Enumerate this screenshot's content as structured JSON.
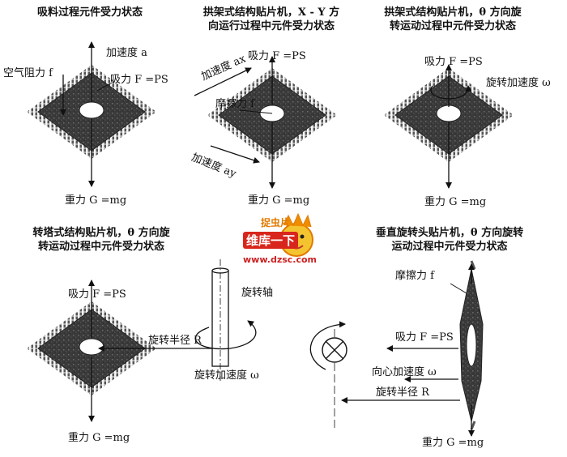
{
  "panel1": {
    "title": "吸料过程元件受力状态",
    "accel_label": "加速度 a",
    "air_resistance_label": "空气阻力 f",
    "suction_label": "吸力 F =PS",
    "gravity_label": "重力 G =mg"
  },
  "panel2": {
    "title_line1": "拱架式结构贴片机，X - Y 方",
    "title_line2": "向运行过程中元件受力状态",
    "suction_label": "吸力 F =PS",
    "accel_x_label": "加速度 ax",
    "friction_label": "摩擦力 f",
    "accel_y_label": "加速度 ay",
    "gravity_label": "重力 G =mg"
  },
  "panel3": {
    "title_line1": "拱架式结构贴片机，θ 方向旋",
    "title_line2": "转运动过程中元件受力状态",
    "suction_label": "吸力 F =PS",
    "rot_accel_label": "旋转加速度 ω",
    "gravity_label": "重力 G =mg"
  },
  "panel4": {
    "title_line1": "转塔式结构贴片机，θ 方向旋",
    "title_line2": "转运动过程中元件受力状态",
    "suction_label": "吸力 F =PS",
    "axis_label": "旋转轴",
    "radius_label": "旋转半径 R",
    "rot_accel_label": "旋转加速度 ω",
    "gravity_label": "重力 G =mg"
  },
  "panel5": {
    "title_line1": "垂直旋转头贴片机，θ 方向旋转",
    "title_line2": "运动过程中元件受力状态",
    "friction_label": "摩擦力 f",
    "suction_label": "吸力 F =PS",
    "centripetal_label": "向心加速度 ω",
    "radius_label": "旋转半径 R",
    "gravity_label": "重力 G =mg"
  },
  "watermark": {
    "top": "捉虫片",
    "brand": "维库一下",
    "url": "www.dzsc.com"
  },
  "colors": {
    "chip_body": "#3a3a3a",
    "pins": "#555555",
    "watermark_red": "#d8261c"
  }
}
